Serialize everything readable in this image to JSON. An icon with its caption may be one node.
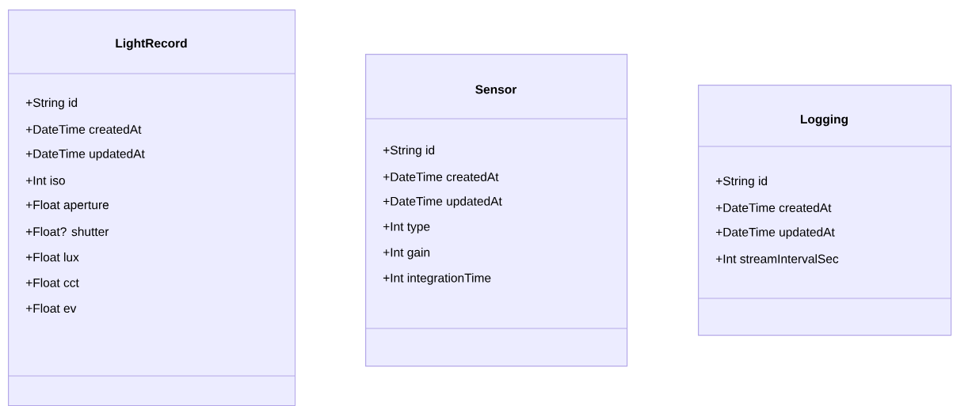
{
  "diagram": {
    "nodes": [
      {
        "text": [
          "LightRecord",
          "+String id",
          "+DateTime createdAt",
          "+DateTime updatedAt",
          "+Int iso",
          "+Float aperture",
          "+Float? shutter",
          "+Float lux",
          "+Float cct",
          "+Float ev"
        ]
      },
      {
        "text": [
          "Sensor",
          "+String id",
          "+DateTime createdAt",
          "+DateTime updatedAt",
          "+Int type",
          "+Int gain",
          "+Int integrationTime"
        ]
      },
      {
        "text": [
          "Logging",
          "+String id",
          "+DateTime createdAt",
          "+DateTime updatedAt",
          "+Int streamIntervalSec"
        ]
      }
    ]
  }
}
